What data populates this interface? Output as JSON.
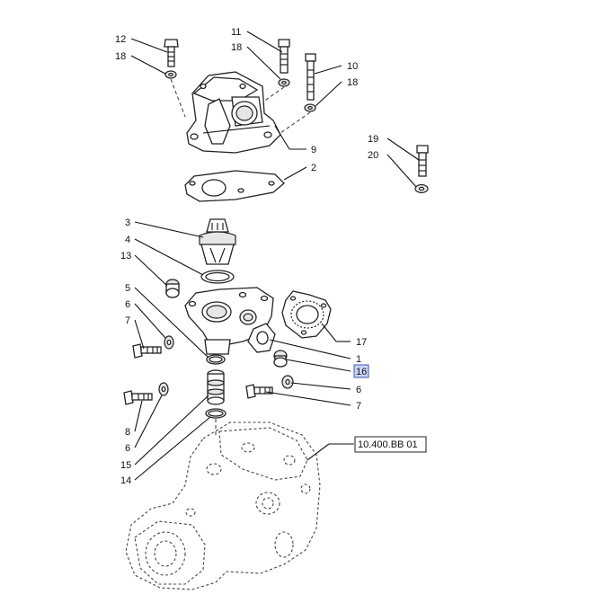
{
  "callouts": {
    "c12": "12",
    "c18a": "18",
    "c11": "11",
    "c18b": "18",
    "c10": "10",
    "c18c": "18",
    "c9": "9",
    "c2": "2",
    "c19": "19",
    "c20": "20",
    "c3": "3",
    "c4": "4",
    "c13": "13",
    "c5": "5",
    "c6a": "6",
    "c7a": "7",
    "c17": "17",
    "c1": "1",
    "c16": "16",
    "c6b": "6",
    "c7b": "7",
    "c8": "8",
    "c6c": "6",
    "c15": "15",
    "c14": "14"
  },
  "reference": {
    "label": "10.400.BB 01"
  },
  "highlight": {
    "callout": "16",
    "color": "#c9d3f2"
  }
}
